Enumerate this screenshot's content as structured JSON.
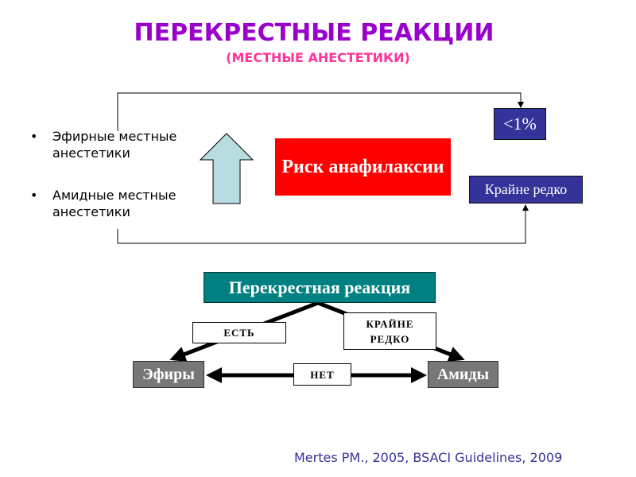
{
  "title": "ПЕРЕКРЕСТНЫЕ РЕАКЦИИ",
  "subtitle": "(МЕСТНЫЕ АНЕСТЕТИКИ)",
  "bullets": [
    {
      "marker": "•",
      "text": "Эфирные местные анестетики"
    },
    {
      "marker": "•",
      "text": "Амидные местные анестетики"
    }
  ],
  "risk_box": "Риск анафилаксии",
  "ester_rate": "<1%",
  "amide_rate": "Крайне редко",
  "cross_reaction": {
    "title": "Перекрестная реакция",
    "esters": "Эфиры",
    "amides": "Амиды",
    "to_esters": "ЕСТЬ",
    "to_amides": "КРАЙНЕ РЕДКО",
    "between": "НЕТ"
  },
  "citation": "Mertes PM., 2005,  BSACI Guidelines, 2009",
  "colors": {
    "title": "#9900cc",
    "subtitle": "#ff3399",
    "risk": "#ff0000",
    "navy": "#333399",
    "teal": "#008080",
    "gray": "#777777",
    "arrow": "#b7dde0"
  }
}
